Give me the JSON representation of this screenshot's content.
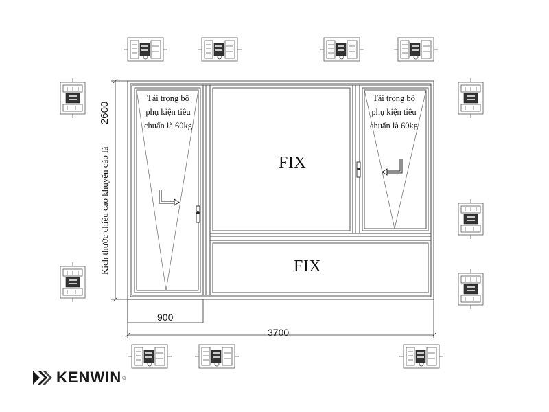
{
  "panels": {
    "left_note": [
      "Tải trọng bộ",
      "phụ kiện tiêu",
      "chuẩn là 60kg"
    ],
    "right_note": [
      "Tải trọng bộ",
      "phụ kiện tiêu",
      "chuẩn là 60kg"
    ],
    "fix_top": "FIX",
    "fix_bottom": "FIX"
  },
  "dimensions": {
    "height": "2600",
    "height_note": "Kích thước chiều cao khuyến cáo là",
    "left_width": "900",
    "total_width": "3700"
  },
  "brand": {
    "name": "KENWIN",
    "mark": "®"
  },
  "icons": {
    "profile_section": "aluminium-profile-section-icon",
    "arrow": "sash-open-arrow-icon"
  }
}
